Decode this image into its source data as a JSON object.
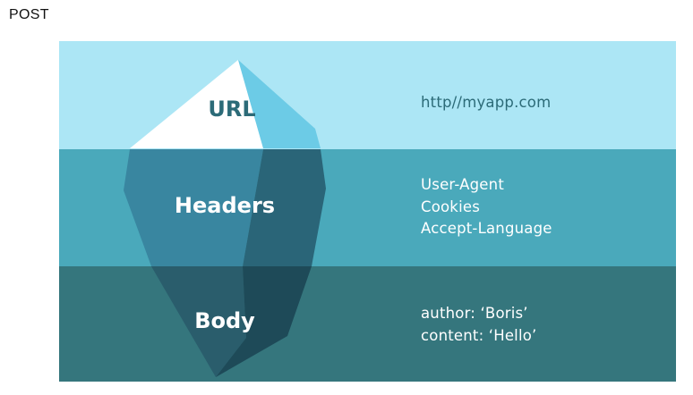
{
  "method": "POST",
  "colors": {
    "sky": "#ace6f5",
    "water_mid": "#4aa9bb",
    "water_deep": "#35767d",
    "ice_peak": "#ffffff",
    "ice_shadow": "#6ccbe6",
    "ice_under_light": "#3986a0",
    "ice_under_dark": "#2a6578",
    "ice_deep_light": "#2a5d6c",
    "ice_deep_dark": "#1e4a58",
    "label_url": "#2c6b78",
    "label_text": "#ffffff"
  },
  "layers": [
    {
      "id": "url",
      "label": "URL",
      "details": [
        "http//myapp.com"
      ]
    },
    {
      "id": "headers",
      "label": "Headers",
      "details": [
        "User-Agent",
        "Cookies",
        "Accept-Language"
      ]
    },
    {
      "id": "body",
      "label": "Body",
      "details": [
        "author: ‘Boris’",
        "content: ‘Hello’"
      ]
    }
  ]
}
